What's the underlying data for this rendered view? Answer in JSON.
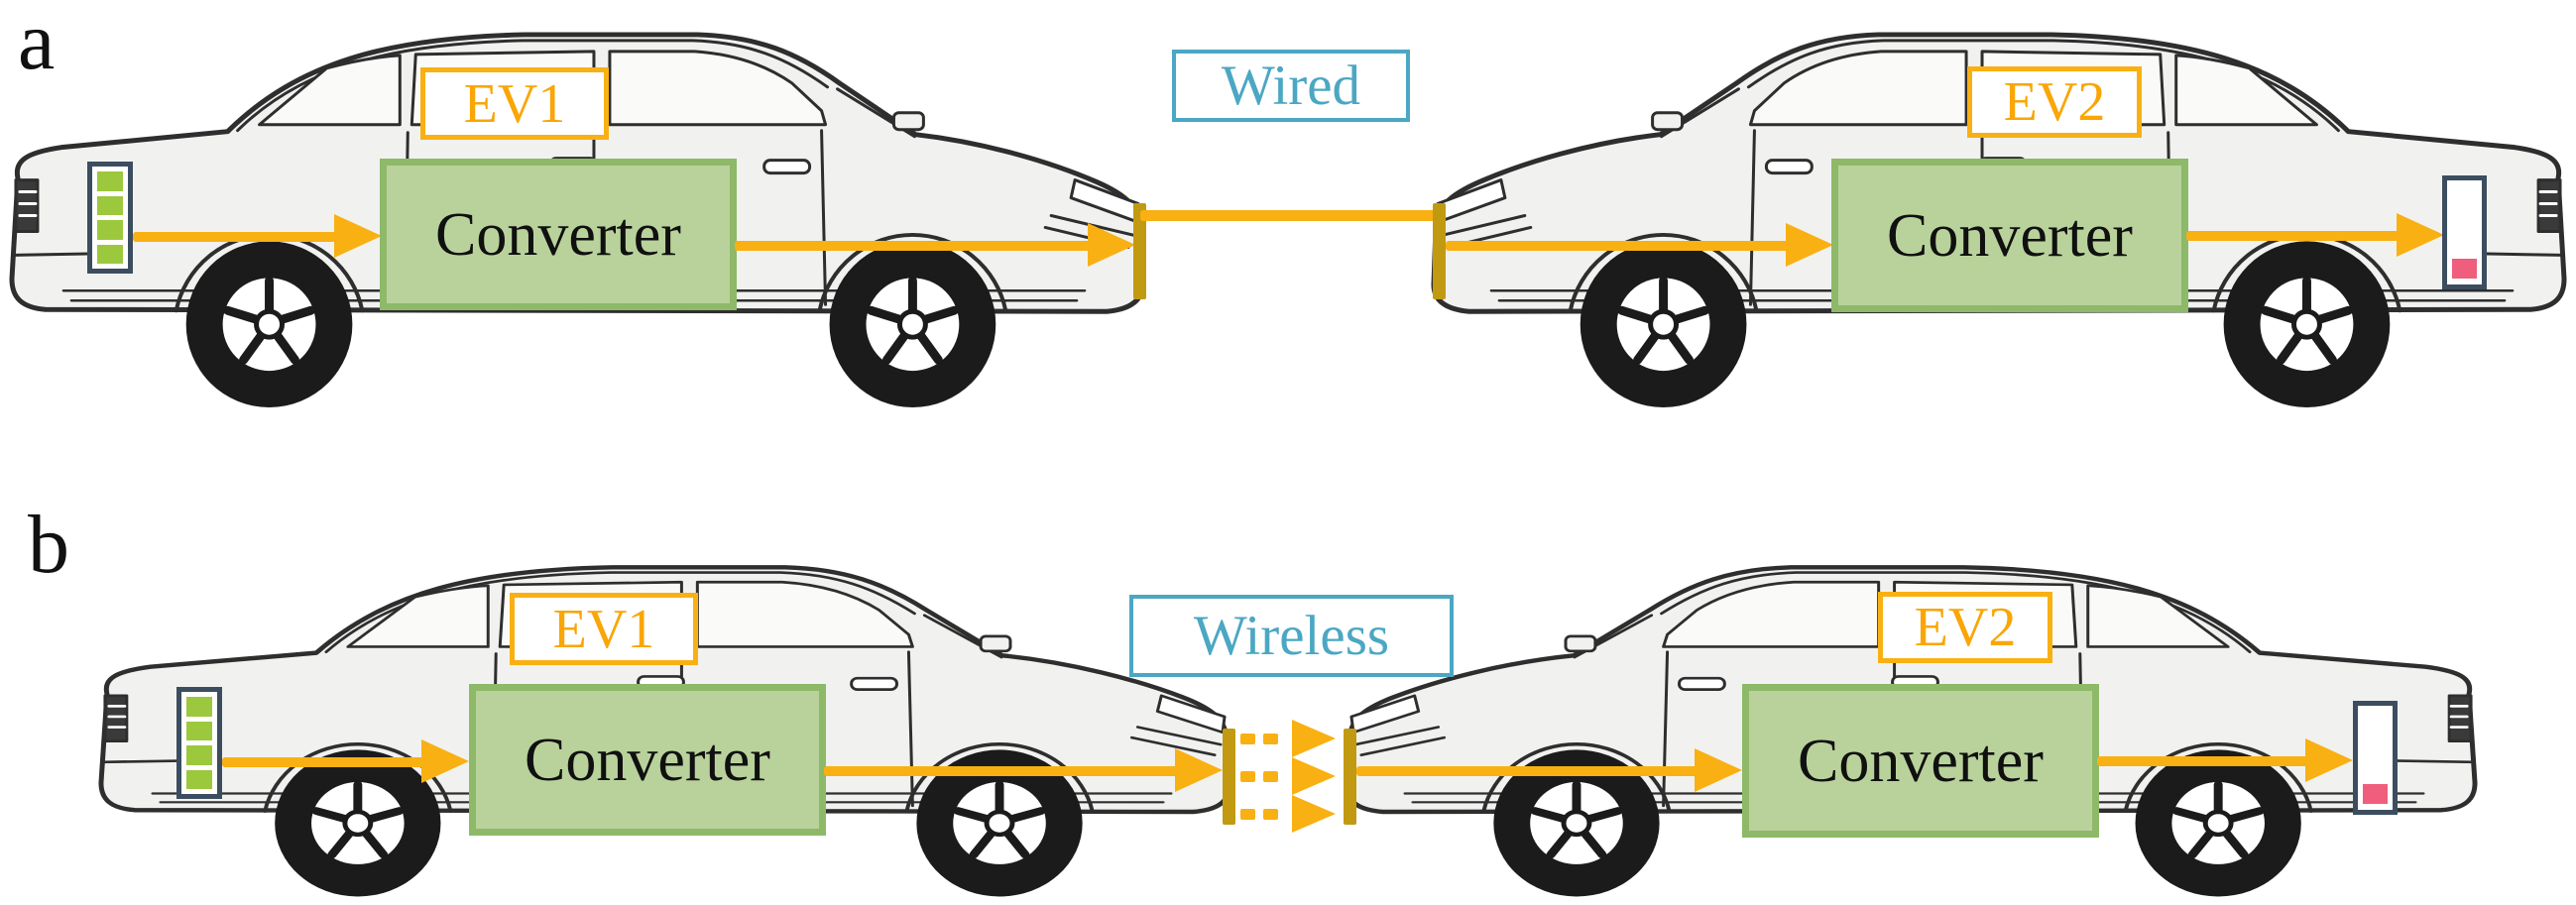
{
  "figure": {
    "description": "Vehicle-to-vehicle charging diagram with wired and wireless power transfer",
    "panels": [
      {
        "panel_label": "a",
        "connection": {
          "label": "Wired",
          "type": "wired"
        },
        "vehicles": [
          {
            "label": "EV1",
            "converter_label": "Converter",
            "battery_state": "full",
            "battery_cells_filled": 4
          },
          {
            "label": "EV2",
            "converter_label": "Converter",
            "battery_state": "low",
            "battery_cells_filled": 1
          }
        ]
      },
      {
        "panel_label": "b",
        "connection": {
          "label": "Wireless",
          "type": "wireless"
        },
        "vehicles": [
          {
            "label": "EV1",
            "converter_label": "Converter",
            "battery_state": "full",
            "battery_cells_filled": 4
          },
          {
            "label": "EV2",
            "converter_label": "Converter",
            "battery_state": "low",
            "battery_cells_filled": 1
          }
        ]
      }
    ]
  },
  "colors": {
    "arrow_yellow": "#F9B013",
    "charge_plate_olive": "#C19A12",
    "label_teal": "#4BA7C3",
    "converter_fill": "#B9D29B",
    "converter_border": "#8DB968",
    "battery_border": "#3C4D60",
    "battery_full_green": "#9CC83D",
    "battery_low_red": "#EF5E7C"
  }
}
